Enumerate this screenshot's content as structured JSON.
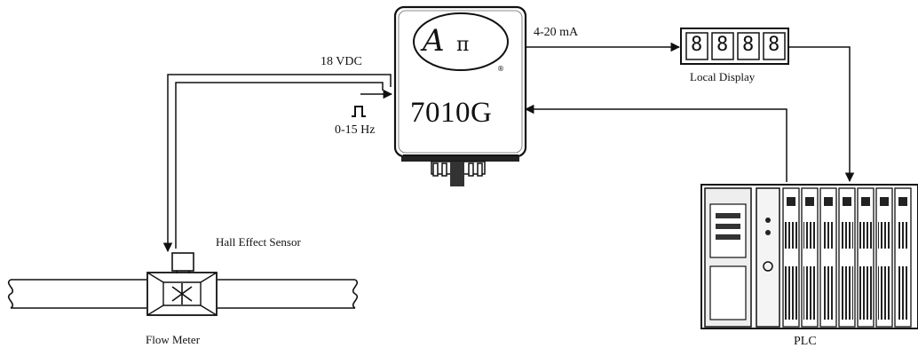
{
  "transmitter": {
    "model": "7010G",
    "logo_text": "A",
    "logo_symbol": "π",
    "registered_mark": "®"
  },
  "signals": {
    "power": "18 VDC",
    "output": "4-20 mA",
    "frequency": "0-15 Hz"
  },
  "display": {
    "label": "Local Display",
    "digits": [
      "8",
      "8",
      "8",
      "8"
    ]
  },
  "sensor": {
    "label": "Hall Effect Sensor"
  },
  "flow_meter": {
    "label": "Flow Meter"
  },
  "plc": {
    "label": "PLC"
  },
  "icons": [
    "pulse-icon",
    "impeller-icon",
    "logo-icon"
  ]
}
